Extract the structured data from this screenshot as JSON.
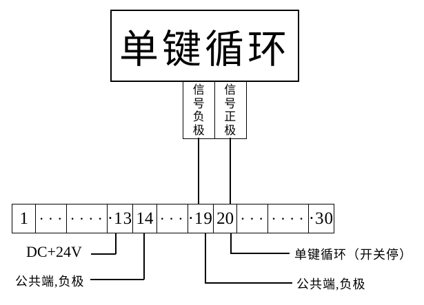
{
  "device_box": {
    "label": "单键循环"
  },
  "signal_terminals": {
    "negative": {
      "label": "信号负极"
    },
    "positive": {
      "label": "信号正极"
    }
  },
  "terminal_strip": {
    "cells": [
      "1",
      "···",
      "····",
      "·13",
      "14",
      "···",
      "·19",
      "20",
      "···",
      "····",
      "·30"
    ]
  },
  "annotations": {
    "dc_power": "DC+24V",
    "common_negative_left": "公共端,负极",
    "onekey_cycle": "单键循环（开关停）",
    "common_negative_right": "公共端,负极"
  },
  "colors": {
    "line": "#000000",
    "background": "#ffffff",
    "text": "#000000"
  }
}
